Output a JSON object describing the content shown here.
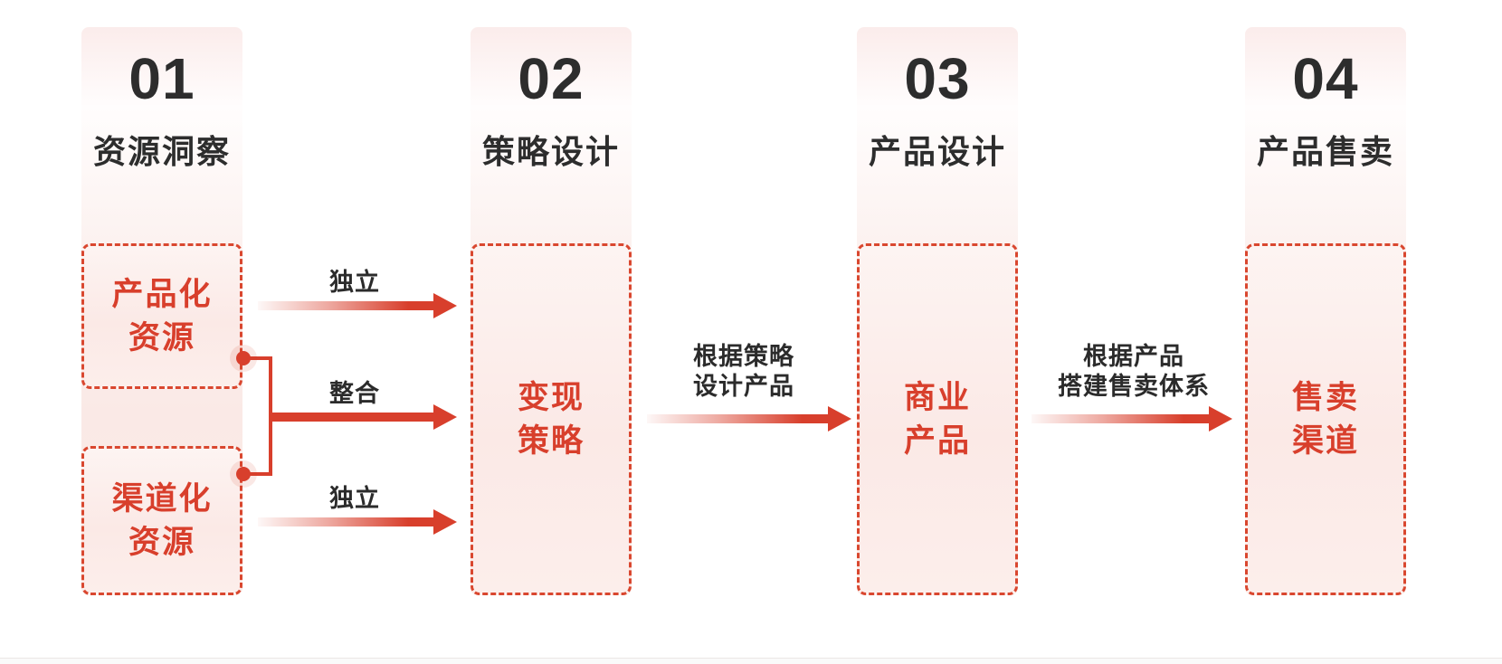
{
  "palette": {
    "accent_red": "#d83f2c",
    "dashed_border_red": "#d9472f",
    "dark_text": "#2d2d2d",
    "pink_fill": "#fbe9e6"
  },
  "columns": [
    {
      "number": "01",
      "title": "资源洞察"
    },
    {
      "number": "02",
      "title": "策略设计"
    },
    {
      "number": "03",
      "title": "产品设计"
    },
    {
      "number": "04",
      "title": "产品售卖"
    }
  ],
  "boxes": {
    "productized_resources": {
      "line1": "产品化",
      "line2": "资源"
    },
    "channelized_resources": {
      "line1": "渠道化",
      "line2": "资源"
    },
    "monetization_strategy": {
      "line1": "变现",
      "line2": "策略"
    },
    "commercial_product": {
      "line1": "商业",
      "line2": "产品"
    },
    "sales_channel": {
      "line1": "售卖",
      "line2": "渠道"
    }
  },
  "connectors": {
    "independent_top": "独立",
    "integrate": "整合",
    "independent_bottom": "独立",
    "strategy_to_product": {
      "line1": "根据策略",
      "line2": "设计产品"
    },
    "product_to_sales": {
      "line1": "根据产品",
      "line2": "搭建售卖体系"
    }
  }
}
